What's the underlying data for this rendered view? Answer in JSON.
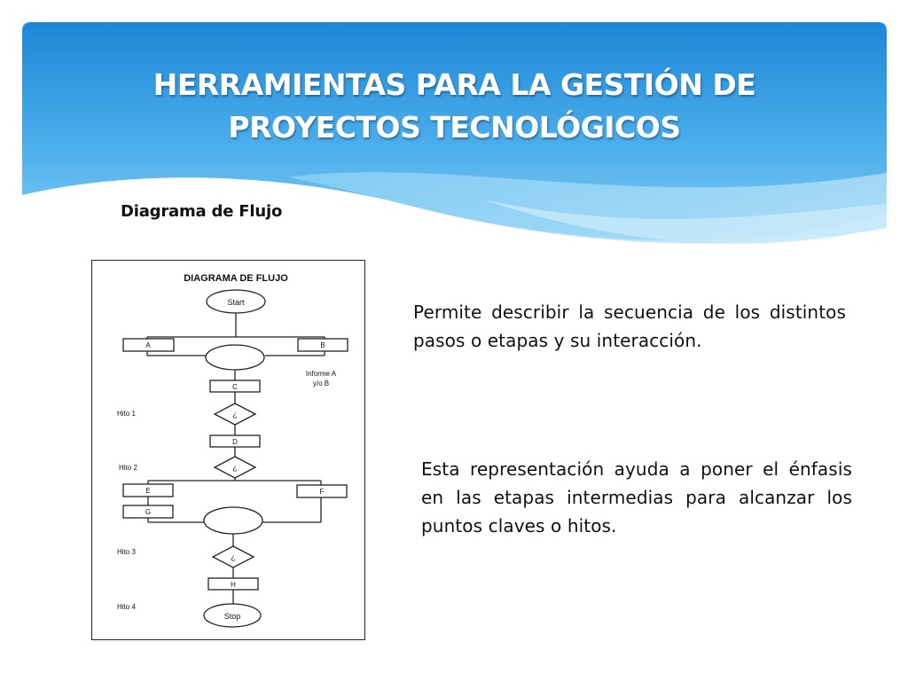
{
  "slide": {
    "title_line1": "HERRAMIENTAS PARA LA GESTIÓN DE",
    "title_line2": "PROYECTOS TECNOLÓGICOS",
    "subtitle": "Diagrama de Flujo",
    "paragraph1": "Permite describir la secuencia de los distintos pasos o etapas y su interacción.",
    "paragraph2": "Esta representación ayuda a poner el énfasis en las etapas intermedias para alcanzar los puntos claves o hitos."
  },
  "flowchart": {
    "heading": "DIAGRAMA DE FLUJO",
    "start": "Start",
    "stop": "Stop",
    "boxes": {
      "a": "A",
      "b": "B",
      "c": "C",
      "d": "D",
      "e": "E",
      "f": "F",
      "g": "G",
      "h": "H"
    },
    "decision": "¿",
    "note_line1": "Informe A",
    "note_line2": "y/o B",
    "milestones": {
      "h1": "Hito 1",
      "h2": "Hito 2",
      "h3": "Hito 3",
      "h4": "Hito 4"
    }
  },
  "colors": {
    "header_top": "#1e8fdc",
    "header_bottom": "#7cc8f2",
    "title_text": "#ffffff"
  }
}
